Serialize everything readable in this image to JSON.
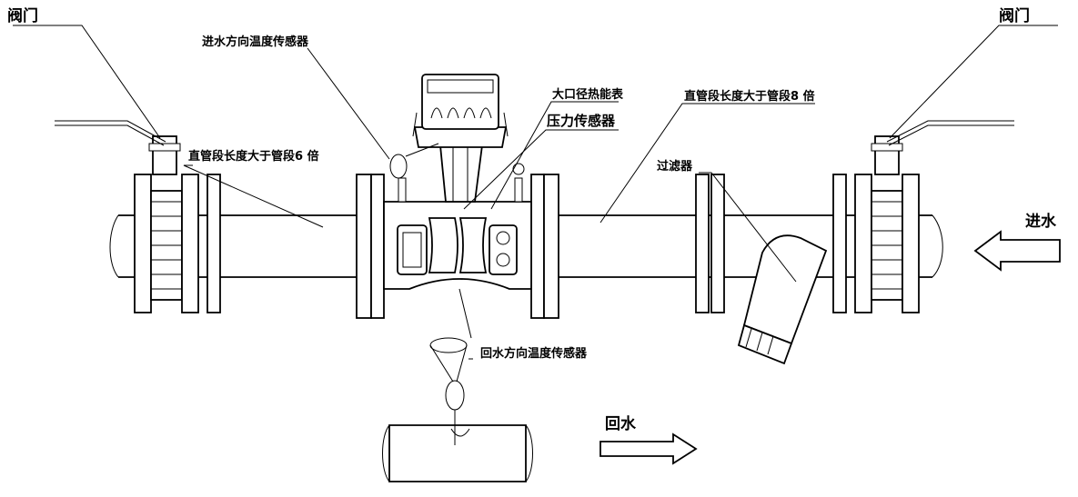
{
  "labels": {
    "valve_left": "阀门",
    "valve_right": "阀门",
    "inlet_temp_sensor": "进水方向温度传感器",
    "heat_meter": "大口径热能表",
    "pressure_sensor": "压力传感器",
    "straight_left": "直管段长度大于管段6 倍",
    "straight_right": "直管段长度大于管段8 倍",
    "filter": "过滤器",
    "inlet": "进水",
    "return_temp_sensor": "回水方向温度传感器",
    "return_water": "回水"
  }
}
